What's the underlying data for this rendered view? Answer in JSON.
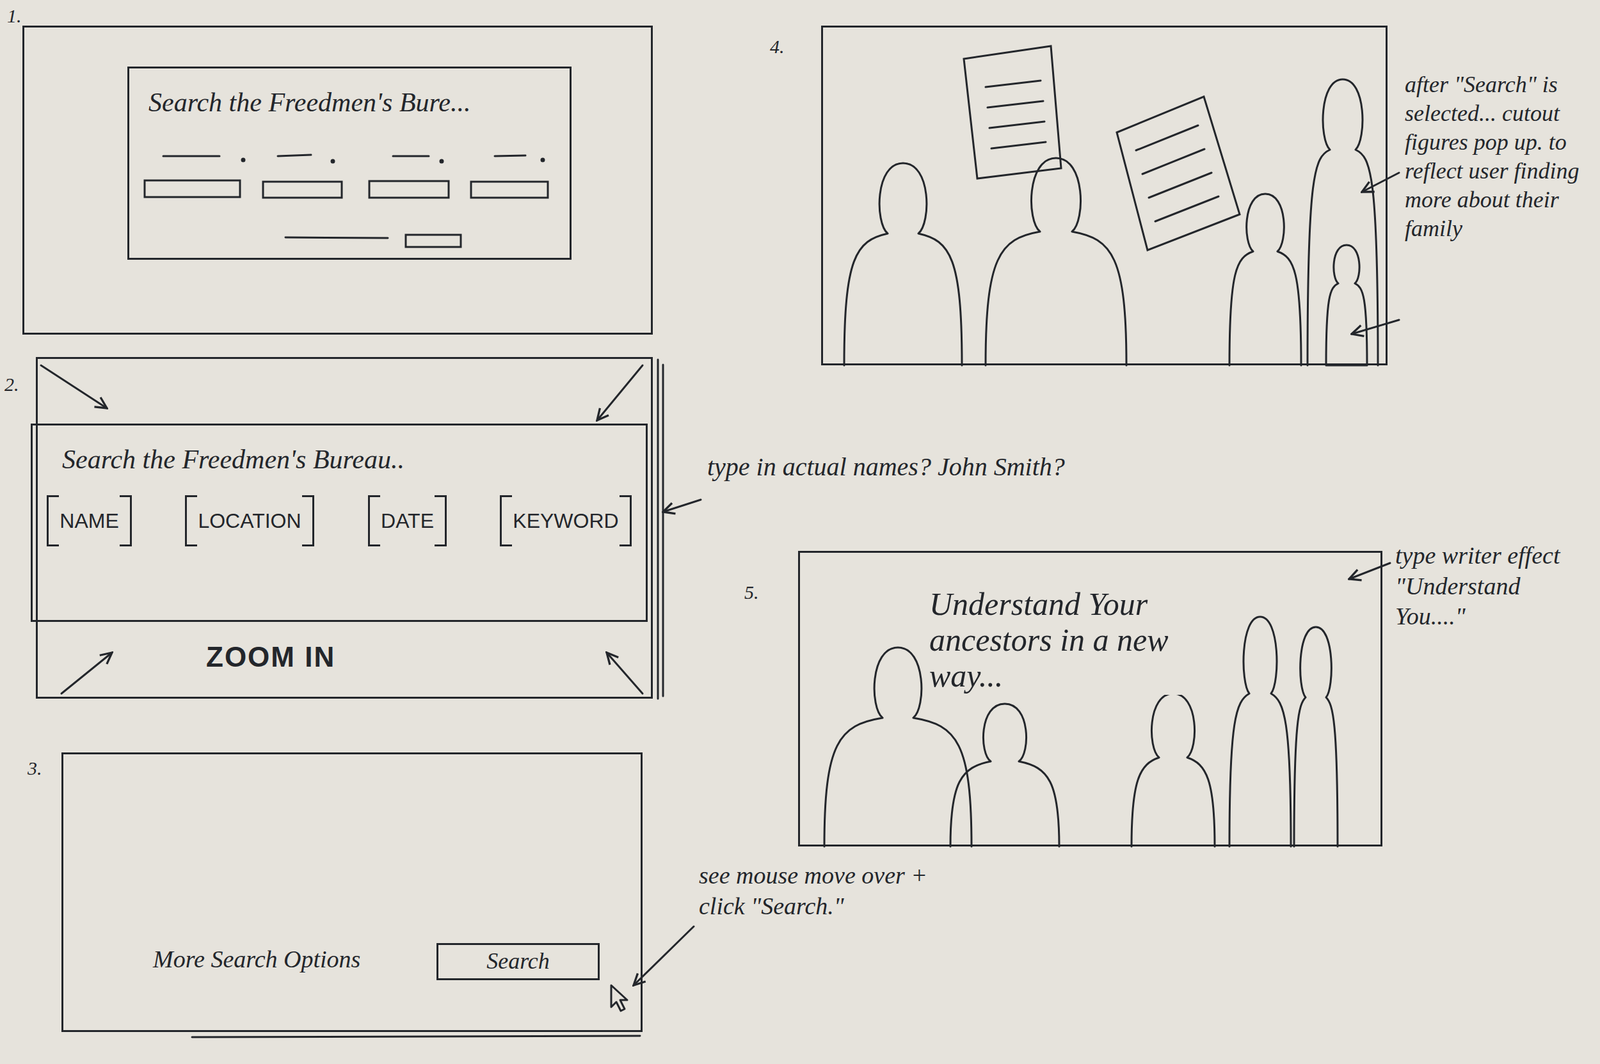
{
  "diagram": {
    "nodes": [
      {
        "text": [
          "1."
        ]
      },
      {
        "text": [
          "Search the Freedmen's Bure..."
        ],
        "in": 0
      },
      {
        "text": [
          "2.",
          "ZOOM IN"
        ]
      },
      {
        "text": [
          "Search the Freedmen's Bureau.."
        ],
        "in": 2
      },
      {
        "text": [
          "NAME"
        ],
        "in": 3
      },
      {
        "text": [
          "LOCATION"
        ],
        "in": 3
      },
      {
        "text": [
          "DATE"
        ],
        "in": 3
      },
      {
        "text": [
          "KEYWORD"
        ],
        "in": 3
      },
      {
        "text": [
          "3.",
          "More Search Options"
        ]
      },
      {
        "text": [
          "Search"
        ],
        "in": 8
      },
      {
        "text": [
          "4."
        ]
      },
      {
        "text": [
          "5.",
          "Understand Your ancestors in a new way..."
        ]
      }
    ],
    "labels": [
      "type in actual names? John Smith?",
      "see mouse move over + click \"Search.\"",
      "after \"Search\" is selected... cutout figures pop up. to reflect user finding more about their family",
      "type writer effect \"Understand You....\""
    ]
  }
}
